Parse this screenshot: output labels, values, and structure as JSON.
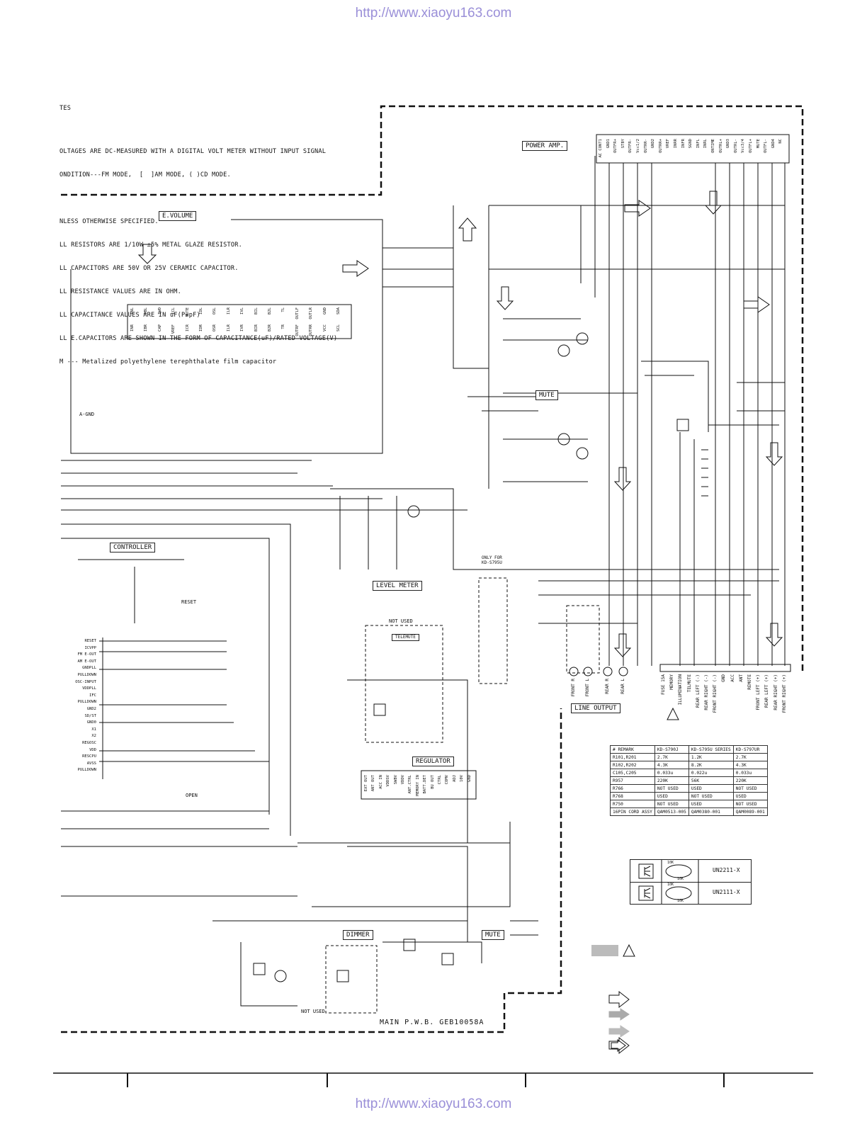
{
  "header_url": "http://www.xiaoyu163.com",
  "footer_url": "http://www.xiaoyu163.com",
  "notes": {
    "title": "TES",
    "lines": [
      "OLTAGES ARE DC-MEASURED WITH A DIGITAL VOLT METER WITHOUT INPUT SIGNAL",
      "ONDITION---FM MODE,  [  ]AM MODE, ( )CD MODE.",
      "",
      "NLESS OTHERWISE SPECIFIED.",
      "LL RESISTORS ARE 1/10W ±5% METAL GLAZE RESISTOR.",
      "LL CAPACITORS ARE 50V OR 25V CERAMIC CAPACITOR.",
      "LL RESISTANCE VALUES ARE IN OHM.",
      "LL CAPACITANCE VALUES ARE IN uF(P=pF)",
      "LL E.CAPACITORS ARE SHOWN IN THE FORM OF CAPACITANCE(uF)/RATED VOLTAGE(V)",
      "M --- Metalized polyethylene terephthalate film capacitor"
    ]
  },
  "blocks": {
    "power_amp": "POWER AMP.",
    "e_volume": "E.VOLUME",
    "mute_top": "MUTE",
    "controller": "CONTROLLER",
    "level_meter": "LEVEL METER",
    "regulator": "REGULATOR",
    "dimmer": "DIMMER",
    "mute_bottom": "MUTE",
    "line_output": "LINE OUTPUT",
    "telemute": "TELEMUTE",
    "reset": "RESET",
    "open": "OPEN",
    "not_used_1": "NOT USED",
    "not_used_2": "NOT USED",
    "only_for": "ONLY FOR KD-S795U",
    "a_gnd": "A-GND",
    "pcb": "MAIN P.W.B. GEB10058A"
  },
  "power_amp_pins": [
    "AC CONT1",
    "GND1",
    "OUTFR+",
    "STBY",
    "OUTFR-",
    "Vcc1/2",
    "OUTRR-",
    "GND2",
    "OUTRR+",
    "VREF",
    "INRR",
    "INFR",
    "SGND",
    "INFL",
    "INRL",
    "ONTIME",
    "OUTRL+",
    "GND3",
    "OUTRL-",
    "Vcc3/4",
    "OUTFL+",
    "MUTE",
    "OUTFL-",
    "GND4",
    "NC"
  ],
  "evol_top_pins": [
    "INL",
    "IBL",
    "IWO",
    "ICL",
    "MUTE",
    "IDL",
    "OSL",
    "ILR",
    "IVL",
    "BIL",
    "B2L",
    "TL",
    "OUTLF",
    "OUTLR",
    "GND",
    "SDA"
  ],
  "evol_bottom_pins": [
    "INR",
    "IBR",
    "CAP",
    "VREF",
    "ICR",
    "IDR",
    "OSR",
    "ILR",
    "IVR",
    "BIR",
    "B2R",
    "TR",
    "OUTRF",
    "OUTRR",
    "VCC",
    "SCL"
  ],
  "controller_pins": [
    "RESET",
    "ICVPP",
    "FM E-OUT",
    "AM E-OUT",
    "GNDPLL",
    "PULLDOWN",
    "OSC-INPUT",
    "VDDPLL",
    "IFC",
    "PULLDOWN",
    "GND2",
    "SD/ST",
    "GND0",
    "X1",
    "X2",
    "REGOSC",
    "VDD",
    "RESCPU",
    "AVSS",
    "PULLDOWN"
  ],
  "regulator_pins": [
    "EXT OUT",
    "ANT OUT",
    "ACC IN",
    "VDDSV",
    "SWBV",
    "VDDV",
    "ANT.CTRL",
    "MEMORY IN",
    "BATT.DET",
    "BU OUT",
    "CTRL",
    "COMV",
    "ADJ",
    "10V",
    "GND"
  ],
  "line_output_jacks": [
    "FRONT R",
    "FRONT L",
    "REAR R",
    "REAR L"
  ],
  "connector_pins": [
    "FUSE 15A",
    "MEMORY",
    "ILLUMINATION",
    "TELMUTE",
    "REAR LEFT (-)",
    "REAR RIGHT (-)",
    "FRONT RIGHT (-)",
    "GND",
    "ACC",
    "ANT",
    "REMOTE",
    "FRONT LEFT (+)",
    "REAR LEFT (+)",
    "REAR RIGHT (+)",
    "FRONT RIGHT (+)"
  ],
  "remark_table": {
    "headers": [
      "# REMARK",
      "KD-S790J",
      "KD-S795U SERIES",
      "KD-S797UR"
    ],
    "rows": [
      [
        "R101,R201",
        "2.7K",
        "1.2K",
        "2.7K"
      ],
      [
        "R102,R202",
        "4.3K",
        "8.2K",
        "4.3K"
      ],
      [
        "C105,C205",
        "0.033u",
        "0.022u",
        "0.033u"
      ],
      [
        "R957",
        "220K",
        "56K",
        "220K"
      ],
      [
        "R766",
        "NOT USED",
        "USED",
        "NOT USED"
      ],
      [
        "R768",
        "USED",
        "NOT USED",
        "USED"
      ],
      [
        "R750",
        "NOT USED",
        "USED",
        "NOT USED"
      ],
      [
        "16PIN CORD ASSY",
        "QAM0513-005",
        "QAM0380-001",
        "QAM0089-001"
      ]
    ]
  },
  "transistors": [
    {
      "type": "UN2211-X",
      "r1": "10K",
      "r2": "10K"
    },
    {
      "type": "UN2111-X",
      "r1": "10K",
      "r2": "10K"
    }
  ],
  "colors": {
    "url": "#9a8fd8",
    "line": "#111111",
    "watermark": "#e0e0e0"
  }
}
